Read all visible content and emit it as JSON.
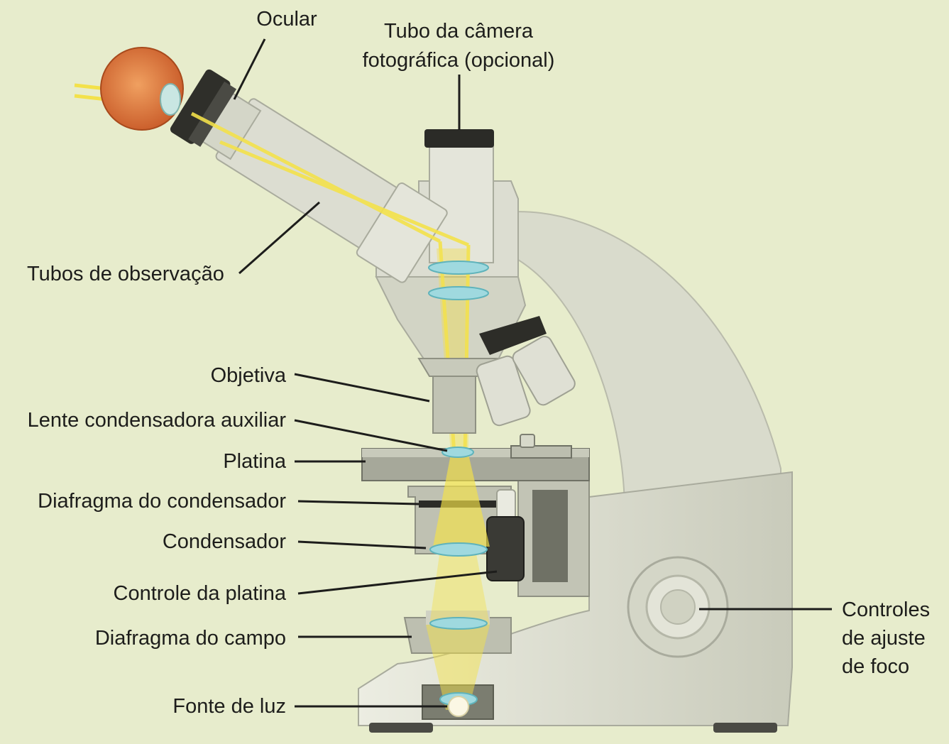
{
  "diagram": {
    "colors": {
      "background": "#e7eccc",
      "body": "#dadbcd",
      "body_dark": "#a9ab9d",
      "light_ray": "#f3e14a",
      "lens": "#9fd9df",
      "leader_line": "#1d1d1b"
    },
    "labels": {
      "ocular": "Ocular",
      "camera_tube": [
        "Tubo da câmera",
        "fotográfica (opcional)"
      ],
      "observation_tubes": "Tubos de observação",
      "objective": "Objetiva",
      "aux_condenser_lens": "Lente condensadora auxiliar",
      "stage": "Platina",
      "condenser_diaphragm": "Diafragma do condensador",
      "condenser": "Condensador",
      "stage_control": "Controle da platina",
      "field_diaphragm": "Diafragma do campo",
      "light_source": "Fonte de luz",
      "focus_controls": [
        "Controles",
        "de ajuste",
        "de foco"
      ]
    }
  }
}
